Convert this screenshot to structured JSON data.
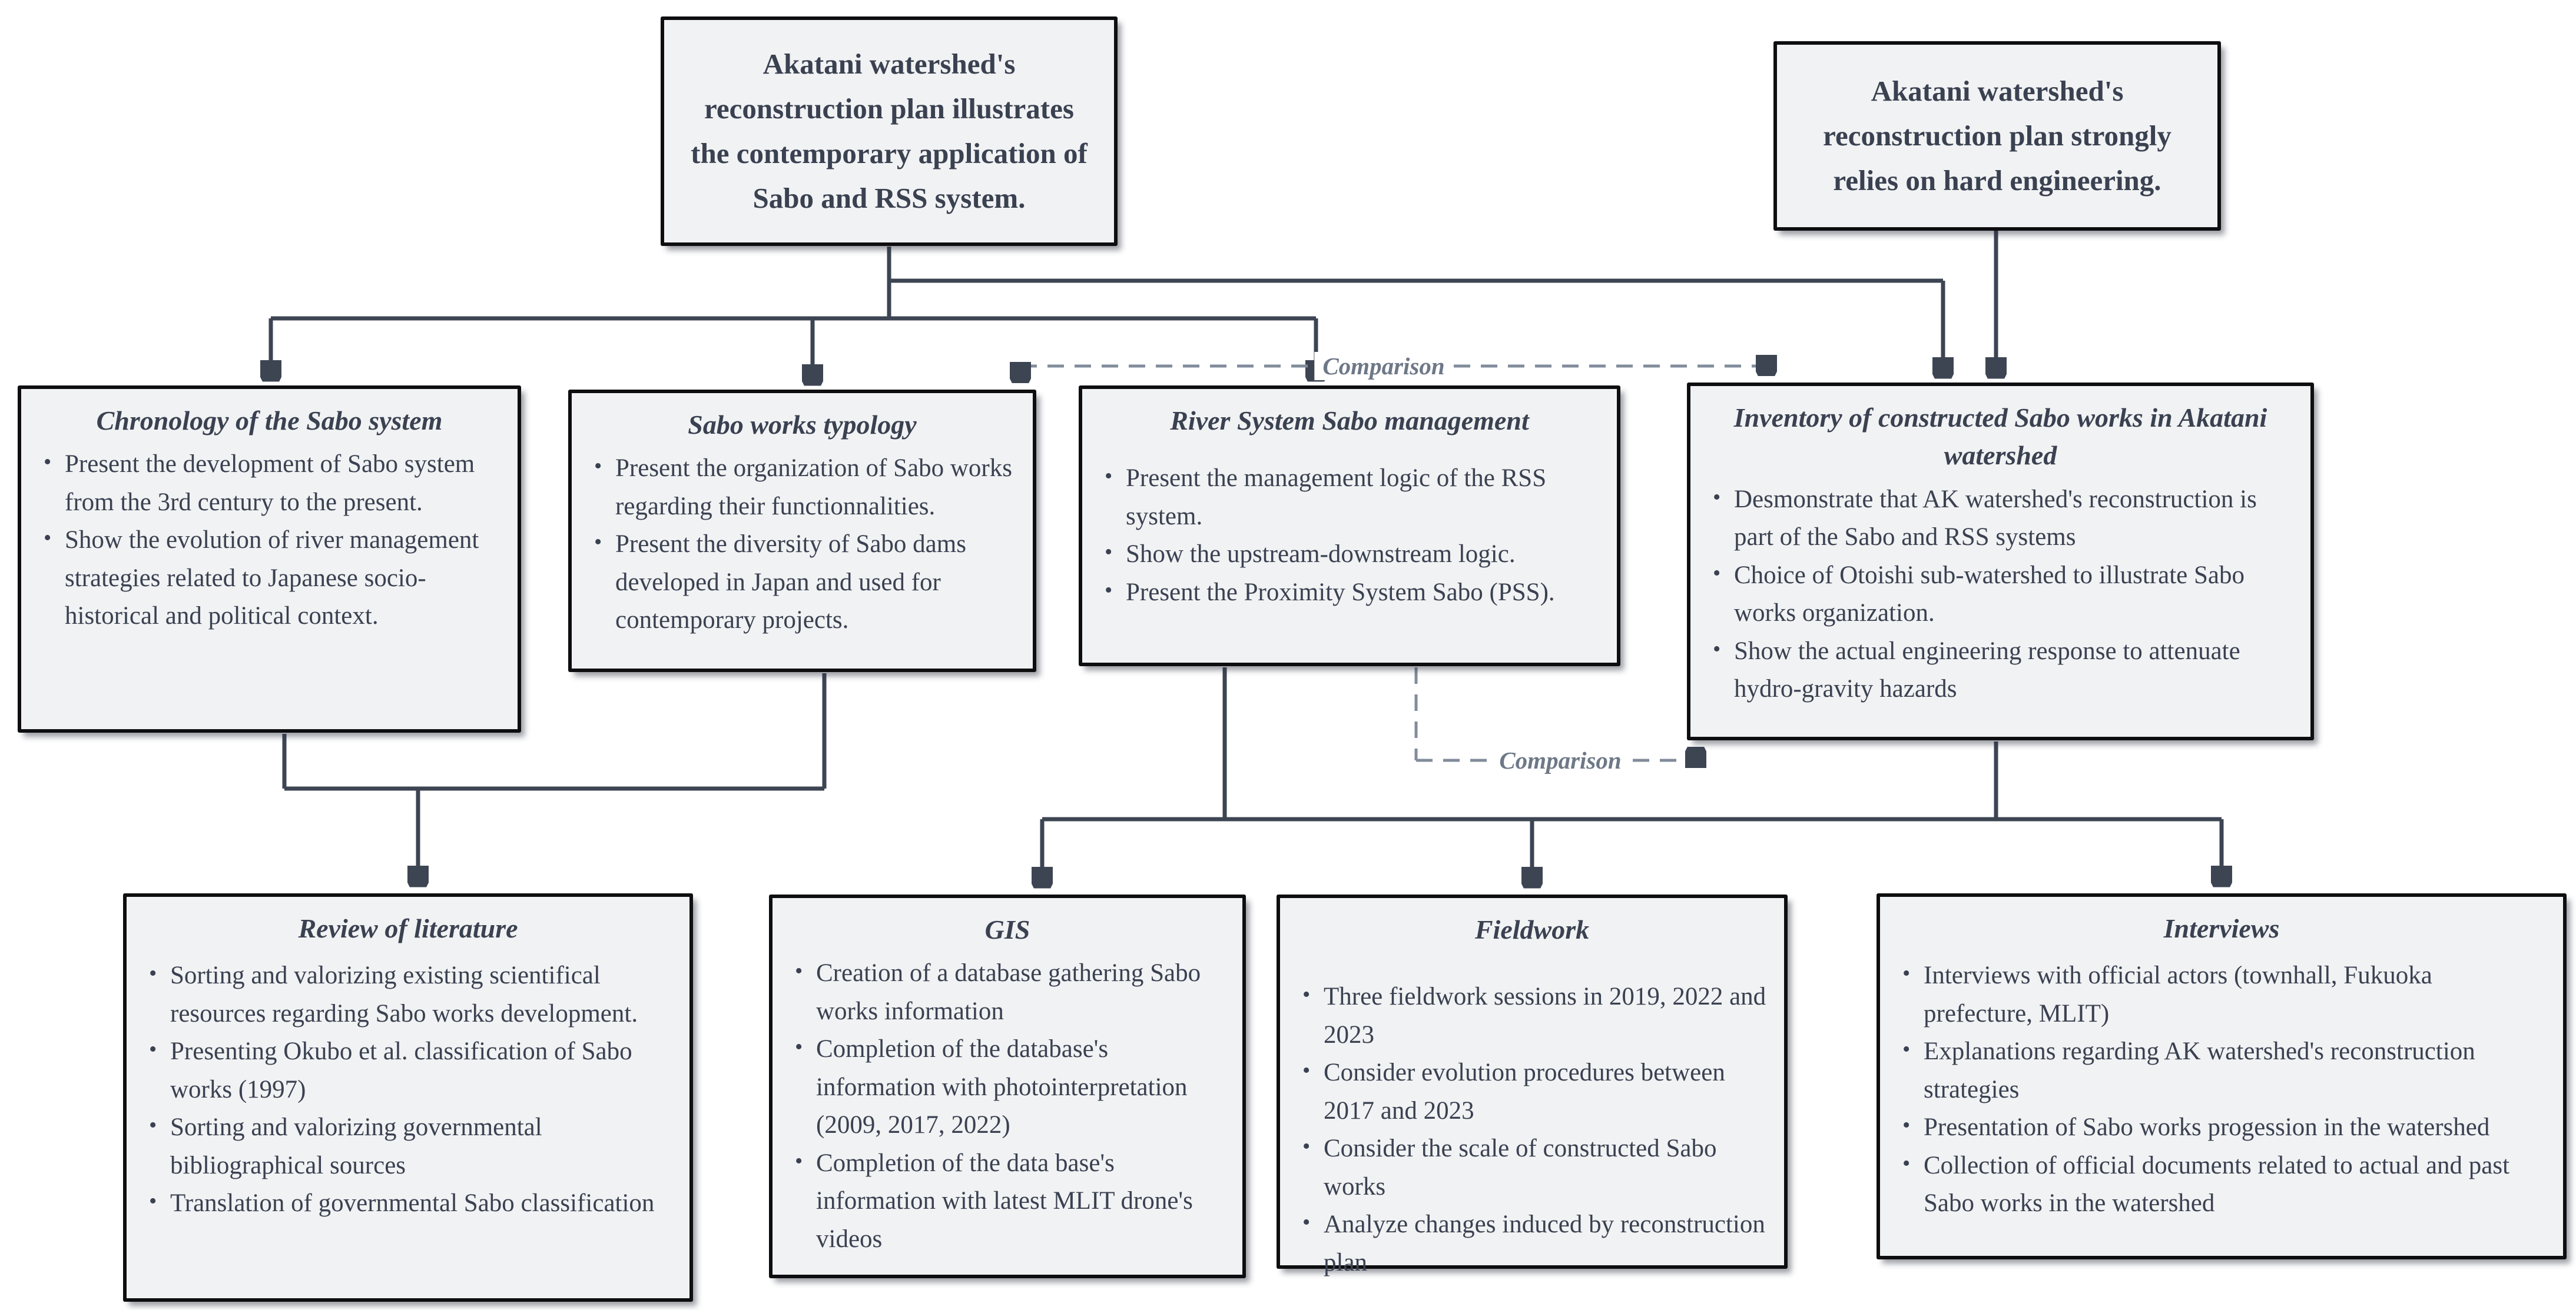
{
  "colors": {
    "box_fill": "#f1f2f3",
    "box_border": "#0e0e10",
    "text": "#3a4151",
    "connector": "#3d4553",
    "dashed_connector": "#828c9b",
    "label": "#6e7887",
    "page_bg": "#ffffff"
  },
  "top_row": {
    "thesis_left": {
      "text": "Akatani watershed's reconstruction plan illustrates the contemporary application of Sabo and RSS system."
    },
    "thesis_right": {
      "text": "Akatani watershed's reconstruction plan strongly relies on hard engineering."
    }
  },
  "middle_row": [
    {
      "title": "Chronology of the Sabo system",
      "bullets": [
        "Present the development of Sabo system from the 3rd century to the present.",
        "Show the evolution of river management strategies related to Japanese socio-historical and political context."
      ]
    },
    {
      "title": "Sabo works typology",
      "bullets": [
        "Present the organization of Sabo works regarding their functionnalities.",
        "Present the diversity of Sabo dams developed in Japan and used for contemporary projects."
      ]
    },
    {
      "title": "River System Sabo management",
      "bullets": [
        "Present the management logic of the RSS system.",
        "Show the upstream-downstream logic.",
        "Present the Proximity System Sabo (PSS)."
      ]
    },
    {
      "title": "Inventory of constructed Sabo works in Akatani watershed",
      "bullets": [
        "Desmonstrate that AK watershed's reconstruction is part of the Sabo and RSS systems",
        "Choice of Otoishi sub-watershed to illustrate Sabo works organization.",
        "Show the actual engineering response to attenuate hydro-gravity hazards"
      ]
    }
  ],
  "bottom_row": [
    {
      "title": "Review of literature",
      "bullets": [
        "Sorting and valorizing existing scientifical resources regarding Sabo works development.",
        "Presenting Okubo et al. classification of Sabo works (1997)",
        "Sorting and valorizing governmental bibliographical sources",
        "Translation of governmental Sabo classification"
      ]
    },
    {
      "title": "GIS",
      "bullets": [
        "Creation of a database gathering Sabo works information",
        "Completion of the database's information with photointerpretation (2009, 2017, 2022)",
        "Completion of the data base's information with latest MLIT drone's videos"
      ]
    },
    {
      "title": "Fieldwork",
      "bullets": [
        "Three fieldwork sessions in 2019, 2022 and 2023",
        "Consider evolution procedures between 2017 and 2023",
        "Consider the scale of constructed Sabo works",
        "Analyze changes induced by reconstruction plan"
      ]
    },
    {
      "title": "Interviews",
      "bullets": [
        "Interviews with official actors (townhall, Fukuoka prefecture, MLIT)",
        "Explanations regarding AK watershed's reconstruction strategies",
        "Presentation of Sabo works progession in the watershed",
        "Collection of official documents related to actual and past Sabo works in the watershed"
      ]
    }
  ],
  "connectors": {
    "comparison_top_label": "Comparison",
    "comparison_bottom_label": "Comparison"
  }
}
